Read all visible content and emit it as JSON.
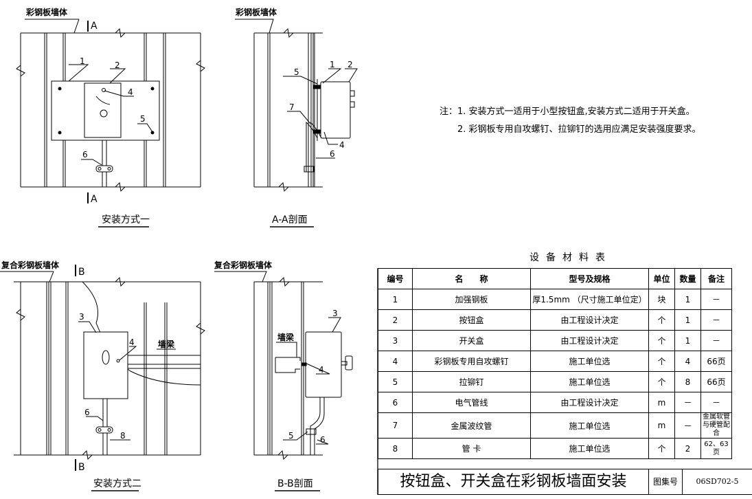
{
  "labels": {
    "wall_top_left": "彩钢板墙体",
    "wall_top_right": "彩钢板墙体",
    "wall_bottom_left": "复合彩钢板墙体",
    "wall_bottom_right": "复合彩钢板墙体",
    "section_a": "A",
    "section_b": "B",
    "method1": "安装方式一",
    "section_aa": "A-A剖面",
    "method2": "安装方式二",
    "section_bb": "B-B剖面",
    "beam_left": "墙梁",
    "beam_right": "墙梁"
  },
  "callouts": {
    "n1": "1",
    "n2": "2",
    "n3": "3",
    "n4": "4",
    "n5": "5",
    "n6": "6",
    "n7": "7",
    "n8": "8"
  },
  "notes": {
    "line1": "注：1. 安装方式一适用于小型按钮盒,安装方式二适用于开关盒。",
    "line2": "2. 彩钢板专用自攻螺钉、拉铆钉的选用应满足安装强度要求。"
  },
  "table": {
    "title": "设备材料表",
    "headers": [
      "编号",
      "名　　称",
      "型号及规格",
      "单位",
      "数量",
      "备注"
    ],
    "rows": [
      [
        "1",
        "加强钢板",
        "厚1.5mm （尺寸施工单位定）",
        "块",
        "1",
        "－"
      ],
      [
        "2",
        "按钮盒",
        "由工程设计决定",
        "个",
        "1",
        "－"
      ],
      [
        "3",
        "开关盒",
        "由工程设计决定",
        "个",
        "1",
        "－"
      ],
      [
        "4",
        "彩钢板专用自攻螺钉",
        "施工单位选",
        "个",
        "4",
        "66页"
      ],
      [
        "5",
        "拉铆钉",
        "施工单位选",
        "个",
        "8",
        "66页"
      ],
      [
        "6",
        "电气管线",
        "由工程设计决定",
        "m",
        "－",
        "－"
      ],
      [
        "7",
        "金属波纹管",
        "施工单位选",
        "m",
        "－",
        "金属软管与硬管配合"
      ],
      [
        "8",
        "管 卡",
        "施工单位选",
        "个",
        "2",
        "62、63页"
      ]
    ]
  },
  "title_block": {
    "title": "按钮盒、开关盒在彩钢板墙面安装",
    "atlas_label": "图集号",
    "atlas_no": "06SD702-5"
  }
}
